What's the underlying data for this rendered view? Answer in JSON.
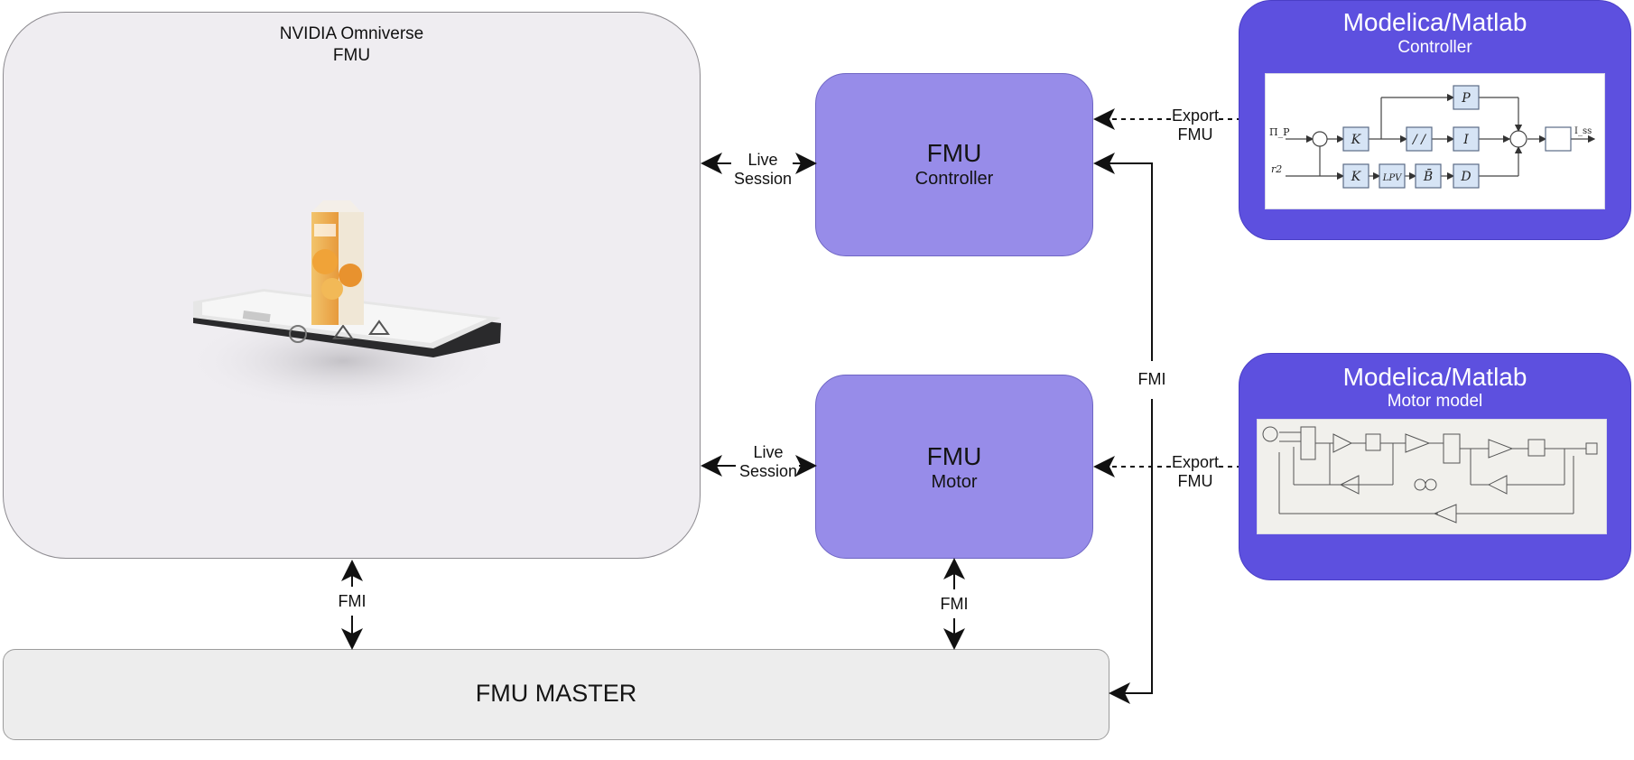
{
  "omniverse": {
    "title_line1": "NVIDIA Omniverse",
    "title_line2": "FMU"
  },
  "fmu_controller": {
    "title": "FMU",
    "subtitle": "Controller"
  },
  "fmu_motor": {
    "title": "FMU",
    "subtitle": "Motor"
  },
  "fmu_master": {
    "label": "FMU MASTER"
  },
  "matlab_controller": {
    "title": "Modelica/Matlab",
    "subtitle": "Controller",
    "blocks": {
      "p": "P",
      "k1": "K",
      "slash": "/ /",
      "i": "I",
      "k2": "K",
      "lpv": "LPV",
      "b": "B̄",
      "d": "D",
      "in1": "Π_P",
      "in2": "r2",
      "out": "I_ss"
    }
  },
  "matlab_motor": {
    "title": "Modelica/Matlab",
    "subtitle": "Motor model"
  },
  "links": {
    "live_session_top": [
      "Live",
      "Session"
    ],
    "live_session_bottom": [
      "Live",
      "Session"
    ],
    "export_top": [
      "Export",
      "FMU"
    ],
    "export_bottom": [
      "Export",
      "FMU"
    ],
    "fmi_left": "FMI",
    "fmi_center": "FMI",
    "fmi_right": "FMI"
  },
  "colors": {
    "fmu_fill": "#978ce9",
    "matlab_fill": "#5d50df",
    "omniverse_fill": "#efedf1",
    "master_fill": "#ededed"
  }
}
